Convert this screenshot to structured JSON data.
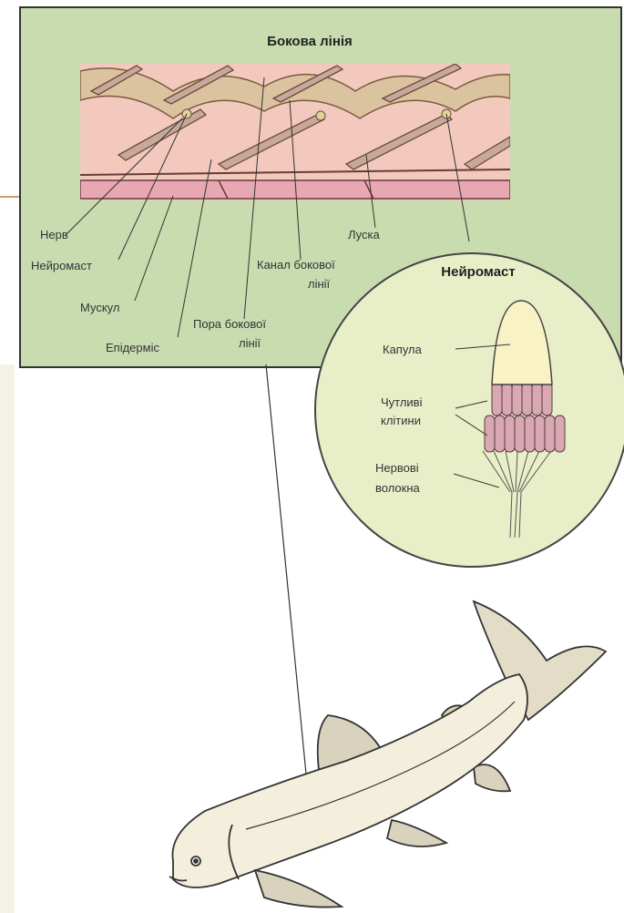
{
  "lateral_line": {
    "title": "Бокова лінія",
    "labels": {
      "nerve": "Нерв",
      "neuromast": "Нейромаст",
      "muscle": "Мускул",
      "epidermis": "Епідерміс",
      "pore_line1": "Пора бокової",
      "pore_line2": "лінії",
      "canal_line1": "Канал бокової",
      "canal_line2": "лінії",
      "scale": "Луска"
    }
  },
  "neuromast_detail": {
    "title": "Нейромаст",
    "labels": {
      "cupula": "Капула",
      "sensitive_line1": "Чутливі",
      "sensitive_line2": "клітини",
      "fibers_line1": "Нервові",
      "fibers_line2": "волокна"
    }
  },
  "colors": {
    "panel_bg": "#c9dcb0",
    "circle_bg": "#e8efc8",
    "skin_pink": "#f2c9bc",
    "canal_tan": "#dcc3a0",
    "fish_body": "#f4eedc",
    "cupula": "#f8f2c4",
    "cells": "#d8a8b4"
  }
}
